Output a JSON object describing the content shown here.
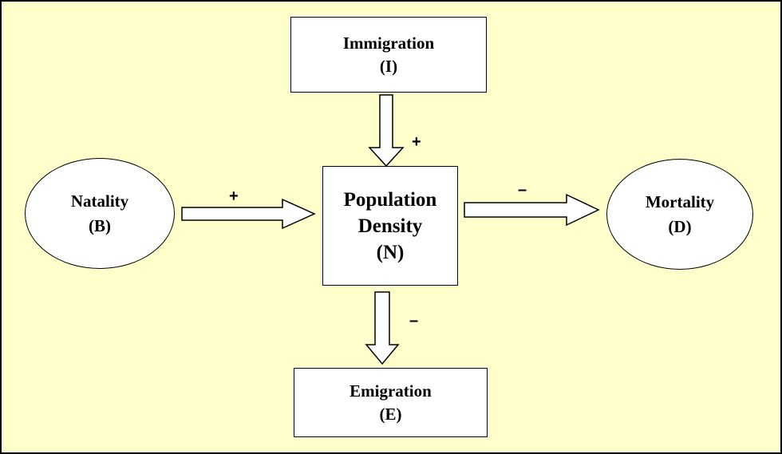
{
  "nodes": {
    "immigration": {
      "label": "Immigration",
      "symbol": "(I)"
    },
    "natality": {
      "label": "Natality",
      "symbol": "(B)"
    },
    "population": {
      "label_line1": "Population",
      "label_line2": "Density",
      "symbol": "(N)"
    },
    "mortality": {
      "label": "Mortality",
      "symbol": "(D)"
    },
    "emigration": {
      "label": "Emigration",
      "symbol": "(E)"
    }
  },
  "edges": {
    "immigration_to_population": {
      "sign": "+"
    },
    "natality_to_population": {
      "sign": "+"
    },
    "population_to_mortality": {
      "sign": "–"
    },
    "population_to_emigration": {
      "sign": "–"
    }
  },
  "colors": {
    "background": "#ffffcc",
    "box_fill": "#ffffff",
    "stroke": "#000000"
  }
}
